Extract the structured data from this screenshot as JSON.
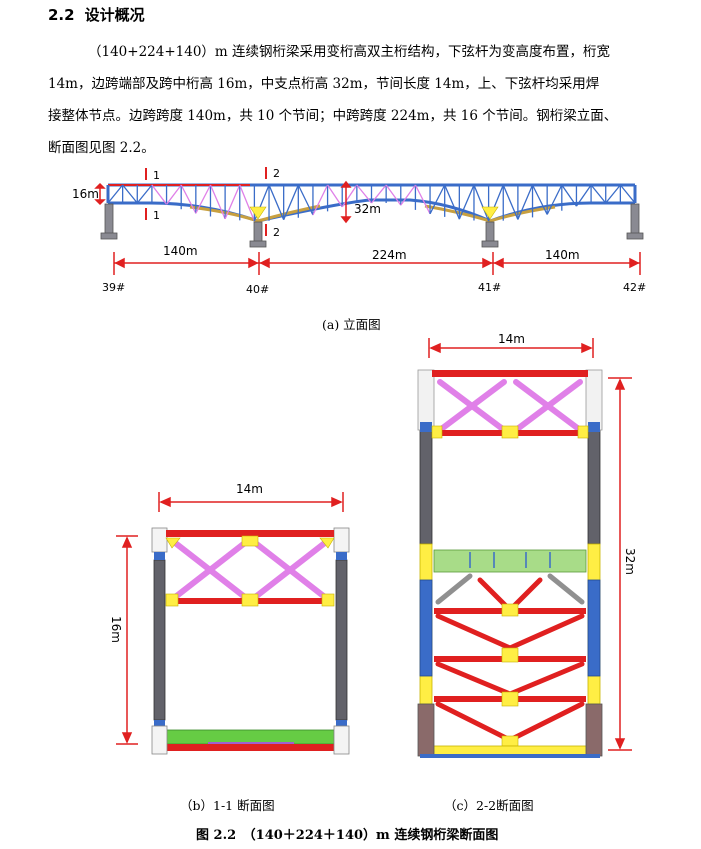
{
  "section": {
    "number": "2.2",
    "title": "设计概况"
  },
  "paragraph": [
    "（140+224+140）m 连续钢桁梁采用变桁高双主桁结构，下弦杆为变高度布置，桁宽",
    "14m，边跨端部及跨中桁高 16m，中支点桁高 32m，节间长度 14m，上、下弦杆均采用焊",
    "接整体节点。边跨跨度 140m，共 10 个节间；中跨跨度 224m，共 16 个节间。钢桁梁立面、",
    "断面图见图 2.2。"
  ],
  "elevation": {
    "height_end": "16m",
    "height_mid": "32m",
    "section_marks": [
      "1",
      "1",
      "2",
      "2"
    ],
    "spans": [
      "140m",
      "224m",
      "140m"
    ],
    "piers": [
      "39#",
      "40#",
      "41#",
      "42#"
    ]
  },
  "section11": {
    "width": "14m",
    "height": "16m"
  },
  "section22": {
    "width": "14m",
    "height": "32m"
  },
  "captions": {
    "a": "(a)  立面图",
    "b": "（b）1-1 断面图",
    "c": "（c）2-2断面图",
    "figure": "图 2.2　（140＋224＋140）m 连续钢桁梁断面图"
  },
  "colors": {
    "red": "#e02020",
    "magenta": "#e080e8",
    "yellow": "#ffee44",
    "blue": "#3a6cc8",
    "gray": "#606068",
    "green": "#66cc44"
  }
}
